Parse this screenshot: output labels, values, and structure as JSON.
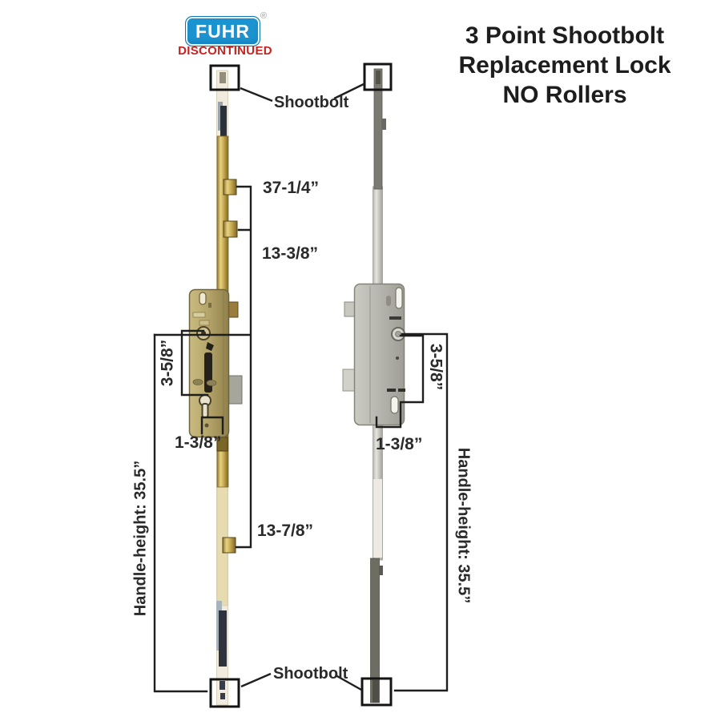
{
  "brand": {
    "name": "FUHR",
    "registered_mark": "®",
    "status": "DISCONTINUED"
  },
  "title": {
    "line1": "3 Point Shootbolt",
    "line2": "Replacement Lock",
    "line3": "NO Rollers"
  },
  "callouts": {
    "shootbolt_top": "Shootbolt",
    "shootbolt_bottom": "Shootbolt"
  },
  "dimensions": {
    "top_point_spacing": "37-1/4”",
    "upper_point_spacing": "13-3/8”",
    "left_spindle_to_cylinder": "3-5/8”",
    "left_backset": "1-3/8”",
    "lower_point_spacing": "13-7/8”",
    "left_handle_height": "Handle-height: 35.5”",
    "right_spindle_to_cylinder": "3-5/8”",
    "right_backset": "1-3/8”",
    "right_handle_height": "Handle-height: 35.5”"
  },
  "colors": {
    "logo_blue": "#1b93d1",
    "status_red": "#c8221f",
    "brass": "#c6a94e",
    "steel": "#b7b6af",
    "line": "#1e1e1e"
  }
}
